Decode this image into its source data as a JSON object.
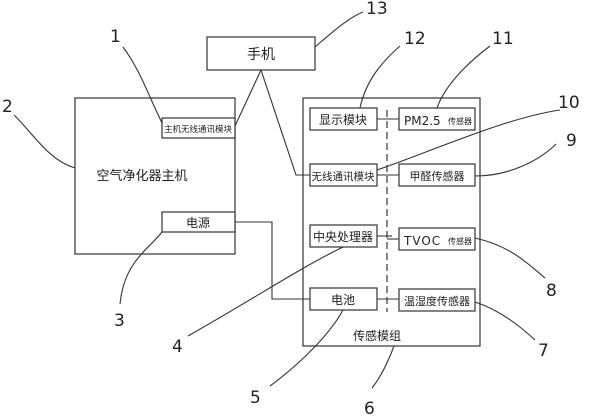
{
  "modules": {
    "phone": "手机",
    "host_wireless": "主机无线通讯模块",
    "purifier_host": "空气净化器主机",
    "power": "电源",
    "display": "显示模块",
    "wireless": "无线通讯模块",
    "cpu": "中央处理器",
    "battery": "电池",
    "pm25": "PM2.5",
    "pm25_suffix": "传感器",
    "formaldehyde": "甲醛传感器",
    "tvoc": "TVOC",
    "tvoc_suffix": "传感器",
    "temp_humidity": "温湿度传感器",
    "sensor_group": "传感模组"
  },
  "callouts": {
    "n1": "1",
    "n2": "2",
    "n3": "3",
    "n4": "4",
    "n5": "5",
    "n6": "6",
    "n7": "7",
    "n8": "8",
    "n9": "9",
    "n10": "10",
    "n11": "11",
    "n12": "12",
    "n13": "13"
  }
}
